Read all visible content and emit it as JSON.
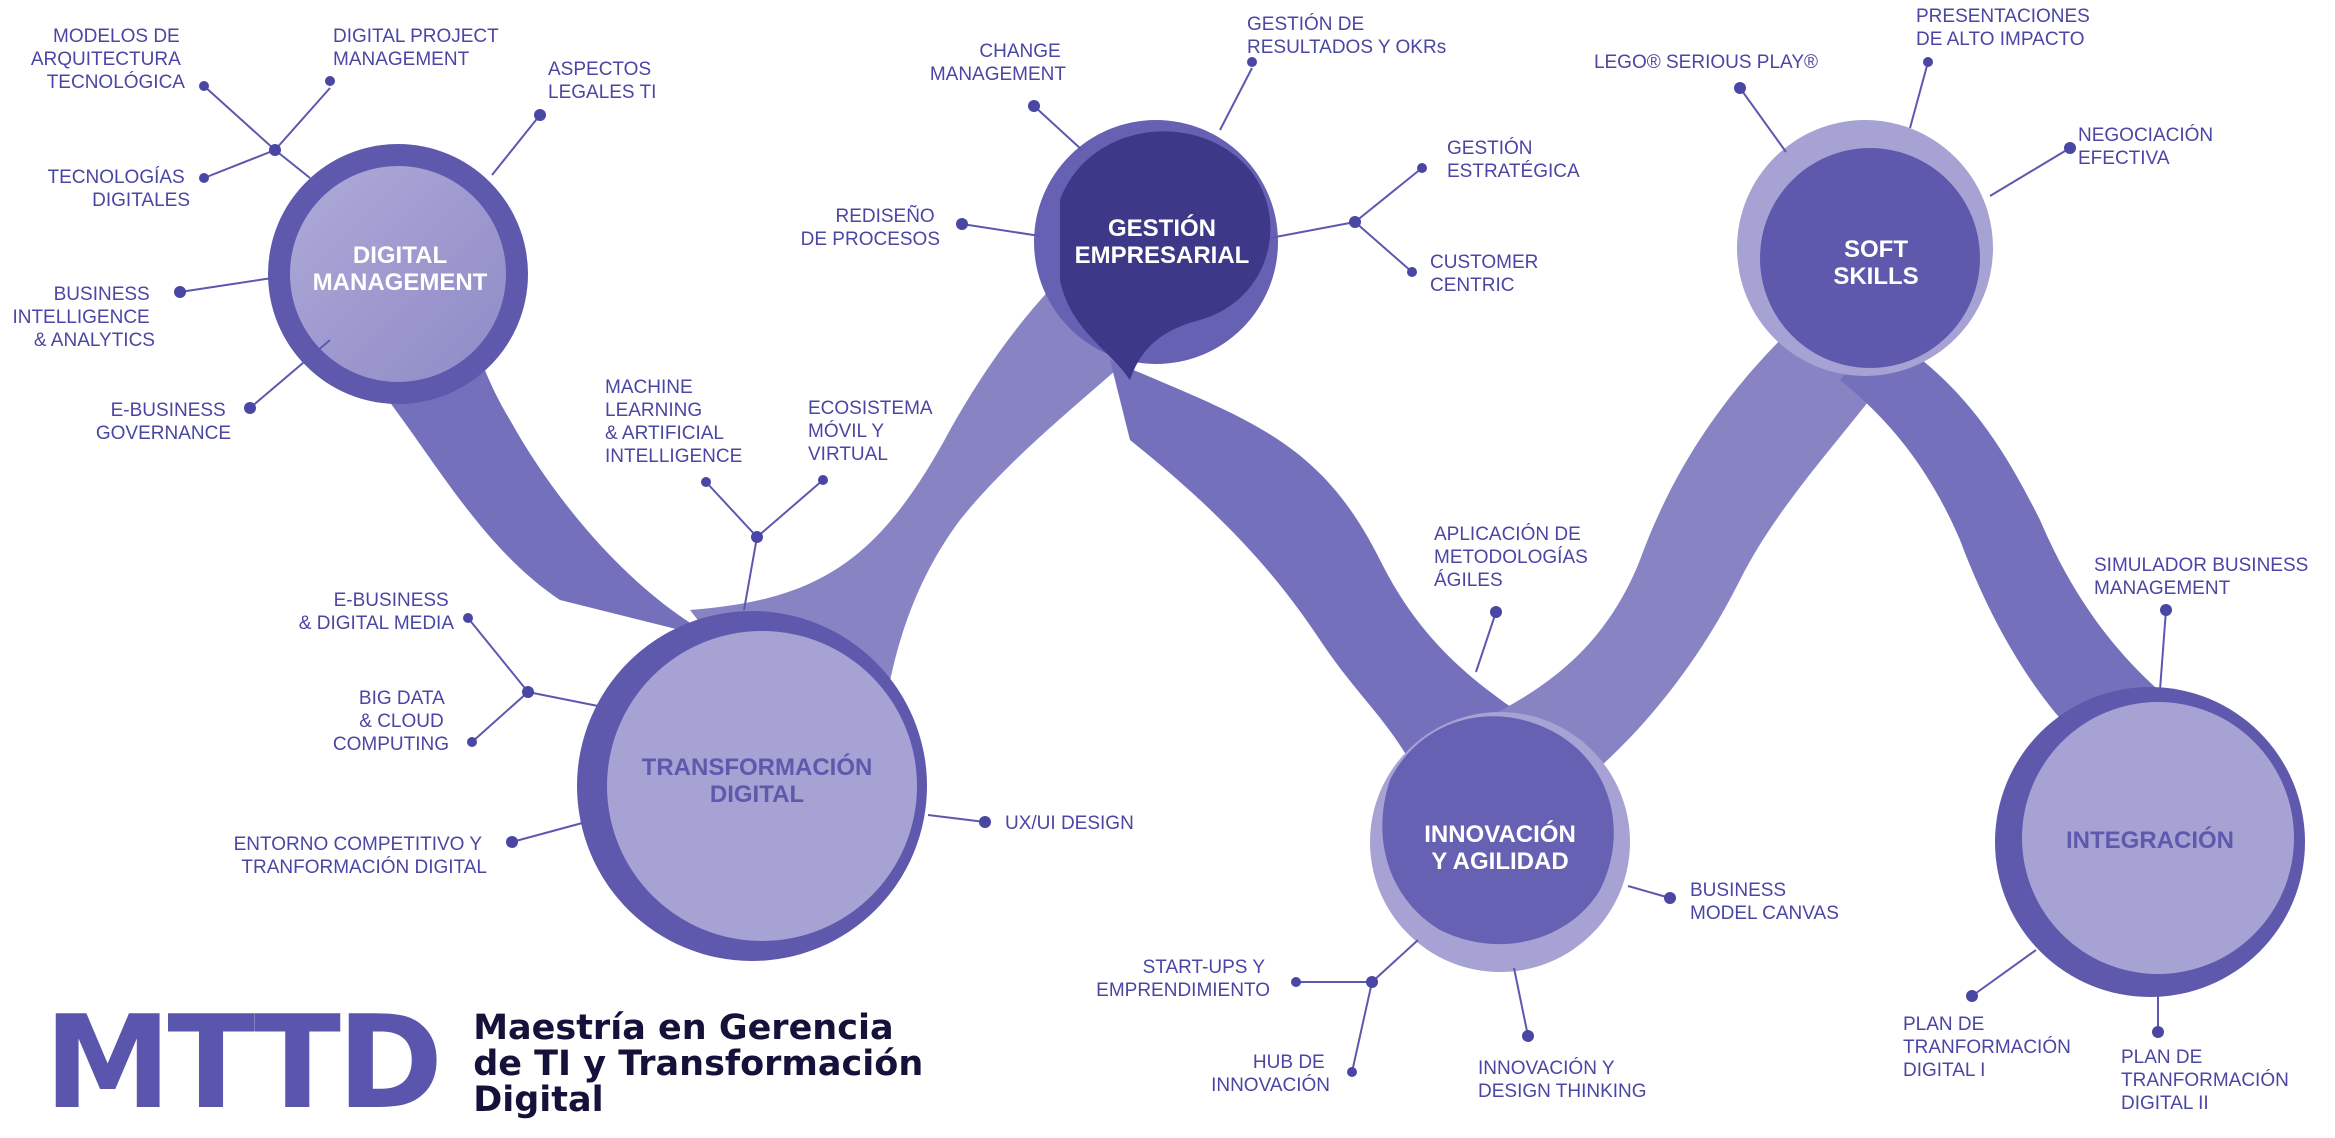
{
  "colors": {
    "ribbon": "#7470bb",
    "ribbon_light": "#9e9bd0",
    "ring": "#5e59ad",
    "circle_light": "#a6a2d4",
    "circle_dark": "#3d3988",
    "label": "#4a46a3",
    "logo": "#5a56ad"
  },
  "nodes": {
    "digital_management": {
      "line1": "DIGITAL",
      "line2": "MANAGEMENT"
    },
    "transformacion_digital": {
      "line1": "TRANSFORMACIÓN",
      "line2": "DIGITAL"
    },
    "gestion_empresarial": {
      "line1": "GESTIÓN",
      "line2": "EMPRESARIAL"
    },
    "innovacion_agilidad": {
      "line1": "INNOVACIÓN",
      "line2": "Y AGILIDAD"
    },
    "soft_skills": {
      "line1": "SOFT",
      "line2": "SKILLS"
    },
    "integracion": {
      "line1": "INTEGRACIÓN"
    }
  },
  "topics": {
    "modelos_arquitectura": [
      "MODELOS DE",
      "ARQUITECTURA",
      "TECNOLÓGICA"
    ],
    "digital_project_management": [
      "DIGITAL PROJECT",
      "MANAGEMENT"
    ],
    "aspectos_legales": [
      "ASPECTOS",
      "LEGALES TI"
    ],
    "tecnologias_digitales": [
      "TECNOLOGÍAS",
      "DIGITALES"
    ],
    "business_intelligence": [
      "BUSINESS",
      "INTELLIGENCE",
      "& ANALYTICS"
    ],
    "ebusiness_governance": [
      "E-BUSINESS",
      "GOVERNANCE"
    ],
    "machine_learning": [
      "MACHINE",
      "LEARNING",
      "& ARTIFICIAL",
      "INTELLIGENCE"
    ],
    "ecosistema_movil": [
      "ECOSISTEMA",
      "MÓVIL Y",
      "VIRTUAL"
    ],
    "ebusiness_digital_media": [
      "E-BUSINESS",
      "& DIGITAL MEDIA"
    ],
    "big_data": [
      "BIG DATA",
      "& CLOUD",
      "COMPUTING"
    ],
    "entorno_competitivo": [
      "ENTORNO COMPETITIVO Y",
      "TRANFORMACIÓN DIGITAL"
    ],
    "ux_ui_design": [
      "UX/UI DESIGN"
    ],
    "change_management": [
      "CHANGE",
      "MANAGEMENT"
    ],
    "gestion_resultados": [
      "GESTIÓN DE",
      "RESULTADOS Y OKRs"
    ],
    "rediseno_procesos": [
      "REDISEÑO",
      "DE PROCESOS"
    ],
    "gestion_estrategica": [
      "GESTIÓN",
      "ESTRATÉGICA"
    ],
    "customer_centric": [
      "CUSTOMER",
      "CENTRIC"
    ],
    "aplicacion_metodologias": [
      "APLICACIÓN DE",
      "METODOLOGÍAS",
      "ÁGILES"
    ],
    "business_model_canvas": [
      "BUSINESS",
      "MODEL CANVAS"
    ],
    "startups": [
      "START-UPS Y",
      "EMPRENDIMIENTO"
    ],
    "hub_innovacion": [
      "HUB DE",
      "INNOVACIÓN"
    ],
    "innovacion_design_thinking": [
      "INNOVACIÓN Y",
      "DESIGN THINKING"
    ],
    "lego_serious_play": [
      "LEGO® SERIOUS PLAY®"
    ],
    "presentaciones": [
      "PRESENTACIONES",
      "DE ALTO IMPACTO"
    ],
    "negociacion": [
      "NEGOCIACIÓN",
      "EFECTIVA"
    ],
    "simulador_business": [
      "SIMULADOR BUSINESS",
      "MANAGEMENT"
    ],
    "plan_transformacion_1": [
      "PLAN DE",
      "TRANFORMACIÓN",
      "DIGITAL I"
    ],
    "plan_transformacion_2": [
      "PLAN DE",
      "TRANFORMACIÓN",
      "DIGITAL II"
    ]
  },
  "logo": {
    "mark": "MTTD",
    "line1": "Maestría en Gerencia",
    "line2": "de TI y Transformación",
    "line3": "Digital"
  }
}
